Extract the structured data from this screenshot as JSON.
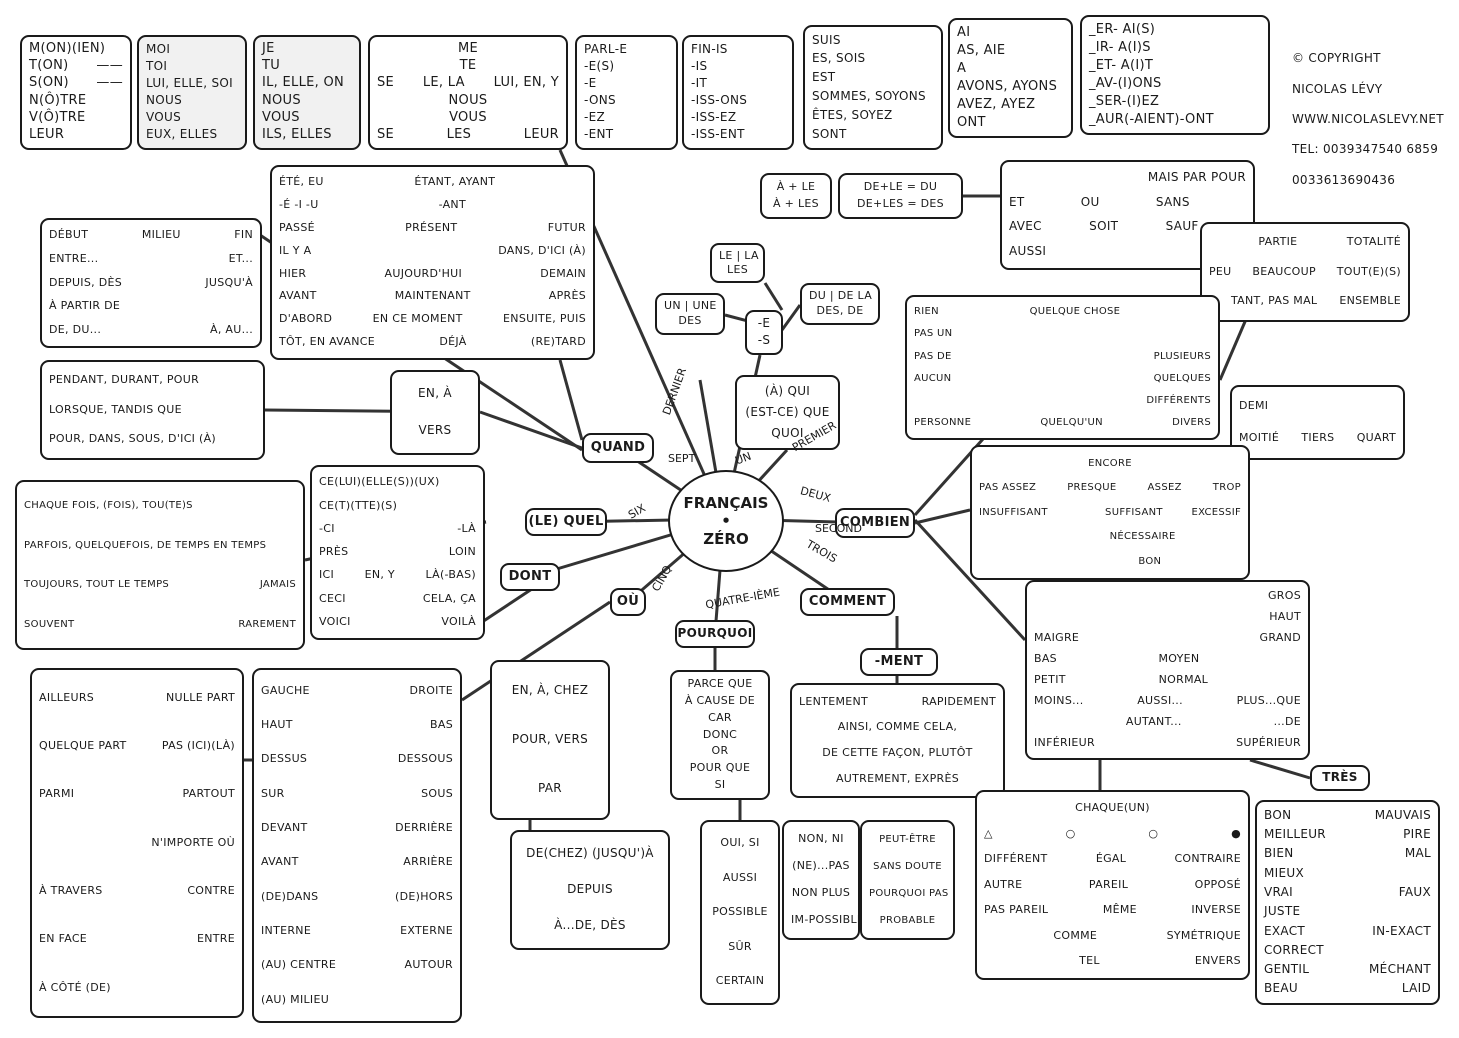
{
  "center": {
    "title": "FRANÇAIS",
    "dot": "•",
    "subtitle": "ZÉRO"
  },
  "rays": [
    "DERNIER",
    "SEPT",
    "UN",
    "PREMIER",
    "DEUX",
    "SECOND",
    "TROIS",
    "QUATRE-IÈME",
    "CINQ",
    "SIX"
  ],
  "boxes": {
    "possessifs": {
      "lines": [
        "M(ON)(IEN)",
        [
          "T(ON)",
          "——"
        ],
        [
          "S(ON)",
          "——"
        ],
        "N(Ô)TRE",
        "V(Ô)TRE",
        "LEUR"
      ]
    },
    "toniques": {
      "lines": [
        "MOI",
        "TOI",
        "LUI, ELLE, SOI",
        "NOUS",
        "VOUS",
        "EUX, ELLES"
      ]
    },
    "sujets": {
      "lines": [
        "JE",
        "TU",
        "IL, ELLE, ON",
        "NOUS",
        "VOUS",
        "ILS, ELLES"
      ]
    },
    "complements": {
      "lines": [
        "ME",
        "TE",
        [
          "SE",
          "LE, LA",
          "LUI, EN, Y"
        ],
        "NOUS",
        "VOUS",
        [
          "SE",
          "LES",
          "LEUR"
        ]
      ]
    },
    "parler": {
      "lines": [
        "PARL-E",
        "-E(S)",
        "-E",
        "-ONS",
        "-EZ",
        "-ENT"
      ]
    },
    "finir": {
      "lines": [
        "FIN-IS",
        "-IS",
        "-IT",
        "-ISS-ONS",
        "-ISS-EZ",
        "-ISS-ENT"
      ]
    },
    "etre": {
      "lines": [
        "SUIS",
        "ES, SOIS",
        "EST",
        "SOMMES, SOYONS",
        "ÊTES, SOYEZ",
        "SONT"
      ]
    },
    "avoir": {
      "lines": [
        "AI",
        "AS, AIE",
        "A",
        "AVONS, AYONS",
        "AVEZ, AYEZ",
        "ONT"
      ]
    },
    "temps": {
      "lines": [
        "_ER- AI(S)",
        "_IR- A(I)S",
        "_ET- A(I)T",
        "_AV-(I)ONS",
        "_SER-(I)EZ",
        "_AUR(-AIENT)-ONT"
      ]
    },
    "copyright": {
      "lines": [
        "© COPYRIGHT",
        "NICOLAS LÉVY",
        "WWW.NICOLASLEVY.NET",
        "TEL: 0039347540 6859",
        "0033613690436"
      ]
    },
    "chronologie": {
      "lines": [
        [
          "ÉTÉ, EU",
          "ÉTANT, AYANT",
          ""
        ],
        [
          "-É -I -U",
          "-ANT",
          ""
        ],
        [
          "PASSÉ",
          "PRÉSENT",
          "FUTUR"
        ],
        [
          "IL Y A",
          "",
          "DANS, D'ICI (À)"
        ],
        [
          "HIER",
          "AUJOURD'HUI",
          "DEMAIN"
        ],
        [
          "AVANT",
          "MAINTENANT",
          "APRÈS"
        ],
        [
          "D'ABORD",
          "EN CE MOMENT",
          "ENSUITE, PUIS"
        ],
        [
          "TÔT, EN AVANCE",
          "DÉJÀ",
          "(RE)TARD"
        ]
      ]
    },
    "duree": {
      "lines": [
        [
          "DÉBUT",
          "MILIEU",
          "FIN"
        ],
        [
          "ENTRE...",
          "ET..."
        ],
        [
          "DEPUIS, DÈS",
          "JUSQU'À"
        ],
        "À PARTIR DE",
        [
          "DE, DU...",
          "À, AU..."
        ]
      ]
    },
    "pendant": {
      "lines": [
        "PENDANT, DURANT, POUR",
        "LORSQUE, TANDIS QUE",
        "POUR, DANS, SOUS, D'ICI (À)"
      ]
    },
    "envers": {
      "lines": [
        "EN, À",
        "VERS"
      ]
    },
    "quand": {
      "lines": [
        "QUAND"
      ]
    },
    "frequence": {
      "lines": [
        "CHAQUE FOIS, (FOIS), TOU(TE)S",
        "PARFOIS, QUELQUEFOIS, DE TEMPS EN TEMPS",
        [
          "TOUJOURS, TOUT LE TEMPS",
          "JAMAIS"
        ],
        [
          "SOUVENT",
          "RAREMENT"
        ]
      ]
    },
    "demonstratifs": {
      "lines": [
        "CE(LUI)(ELLE(S))(UX)",
        "CE(T)(TTE)(S)",
        [
          "-CI",
          "-LÀ"
        ],
        [
          "PRÈS",
          "LOIN"
        ],
        [
          "ICI",
          "EN, Y",
          "LÀ(-BAS)"
        ],
        [
          "CECI",
          "CELA, ÇA"
        ],
        [
          "VOICI",
          "VOILÀ"
        ]
      ]
    },
    "lequel": {
      "lines": [
        "(LE) QUEL"
      ]
    },
    "dont": {
      "lines": [
        "DONT"
      ]
    },
    "ou": {
      "lines": [
        "OÙ"
      ]
    },
    "lela": {
      "lines": [
        "LE | LA",
        "LES"
      ]
    },
    "unune": {
      "lines": [
        "UN | UNE",
        "DES"
      ]
    },
    "es": {
      "lines": [
        "-E",
        "-S"
      ]
    },
    "dudela": {
      "lines": [
        "DU | DE LA",
        "DES, DE"
      ]
    },
    "ale": {
      "lines": [
        "À + LE",
        "À + LES"
      ]
    },
    "dele": {
      "lines": [
        "DE+LE = DU",
        "DE+LES = DES"
      ]
    },
    "conjonctions": {
      "lines": [
        [
          "",
          "",
          "",
          "MAIS PAR POUR"
        ],
        [
          "ET",
          "OU",
          "SANS",
          ""
        ],
        [
          "AVEC",
          "SOIT",
          "SAUF",
          ""
        ],
        "AUSSI"
      ]
    },
    "qui": {
      "lines": [
        "(À) QUI",
        "(EST-CE) QUE",
        "QUOI"
      ]
    },
    "combien": {
      "lines": [
        "COMBIEN"
      ]
    },
    "quantite": {
      "lines": [
        [
          "",
          "PARTIE",
          "TOTALITÉ"
        ],
        [
          "PEU",
          "BEAUCOUP",
          "TOUT(E)(S)"
        ],
        [
          "",
          "TANT, PAS MAL",
          "ENSEMBLE"
        ]
      ]
    },
    "rien": {
      "lines": [
        [
          "RIEN",
          "QUELQUE CHOSE",
          ""
        ],
        [
          "PAS UN",
          "",
          ""
        ],
        [
          "PAS DE",
          "",
          "PLUSIEURS"
        ],
        [
          "AUCUN",
          "",
          "QUELQUES"
        ],
        [
          "",
          "",
          "DIFFÉRENTS"
        ],
        [
          "PERSONNE",
          "QUELQU'UN",
          "DIVERS"
        ]
      ]
    },
    "fractions": {
      "lines": [
        "DEMI",
        [
          "MOITIÉ",
          "TIERS",
          "QUART"
        ]
      ]
    },
    "assez": {
      "lines": [
        "ENCORE",
        [
          "PAS ASSEZ",
          "PRESQUE",
          "ASSEZ",
          "TROP"
        ],
        [
          "INSUFFISANT",
          "",
          "SUFFISANT",
          "EXCESSIF"
        ],
        [
          "",
          "",
          "NÉCESSAIRE",
          ""
        ],
        [
          "",
          "",
          "BON",
          ""
        ]
      ]
    },
    "taille": {
      "lines": [
        [
          "",
          "",
          "GROS"
        ],
        [
          "",
          "",
          "HAUT"
        ],
        [
          "MAIGRE",
          "",
          "GRAND"
        ],
        [
          "BAS",
          "MOYEN",
          ""
        ],
        [
          "PETIT",
          "NORMAL",
          ""
        ],
        [
          "MOINS...",
          "AUSSI...",
          "PLUS...QUE"
        ],
        [
          "",
          "AUTANT...",
          "...DE"
        ],
        [
          "INFÉRIEUR",
          "",
          "SUPÉRIEUR"
        ]
      ]
    },
    "comment": {
      "lines": [
        "COMMENT"
      ]
    },
    "ment": {
      "lines": [
        "-MENT"
      ]
    },
    "maniere": {
      "lines": [
        [
          "LENTEMENT",
          "RAPIDEMENT"
        ],
        "AINSI, COMME CELA,",
        "DE CETTE FAÇON, PLUTÔT",
        "AUTREMENT, EXPRÈS"
      ]
    },
    "pourquoi": {
      "lines": [
        "POURQUOI"
      ]
    },
    "cause": {
      "lines": [
        "PARCE QUE",
        "À CAUSE DE",
        "CAR",
        "DONC",
        "OR",
        "POUR QUE",
        "SI"
      ]
    },
    "oui": {
      "lines": [
        "OUI, SI",
        "AUSSI",
        "POSSIBLE",
        "SÛR",
        "CERTAIN"
      ]
    },
    "non": {
      "lines": [
        "NON, NI",
        "(NE)...PAS",
        "NON PLUS",
        "IM-POSSIBLE"
      ]
    },
    "peutetre": {
      "lines": [
        "PEUT-ÊTRE",
        "SANS DOUTE",
        "POURQUOI PAS",
        "PROBABLE"
      ]
    },
    "chaque": {
      "lines": [
        "CHAQUE(UN)",
        [
          "△",
          "○",
          "○",
          "●"
        ],
        [
          "DIFFÉRENT",
          "ÉGAL",
          "CONTRAIRE"
        ],
        [
          "AUTRE",
          "PAREIL",
          "OPPOSÉ"
        ],
        [
          "PAS PAREIL",
          "MÊME",
          "INVERSE"
        ],
        [
          "",
          "COMME",
          "SYMÉTRIQUE"
        ],
        [
          "",
          "TEL",
          "ENVERS"
        ]
      ]
    },
    "tres": {
      "lines": [
        "TRÈS"
      ]
    },
    "bon": {
      "lines": [
        [
          "BON",
          "MAUVAIS"
        ],
        [
          "MEILLEUR",
          "PIRE"
        ],
        [
          "BIEN",
          "MAL"
        ],
        [
          "MIEUX",
          ""
        ],
        [
          "VRAI",
          "FAUX"
        ],
        [
          "JUSTE",
          ""
        ],
        [
          "EXACT",
          "IN-EXACT"
        ],
        [
          "CORRECT",
          ""
        ],
        [
          "GENTIL",
          "MÉCHANT"
        ],
        [
          "BEAU",
          "LAID"
        ]
      ]
    },
    "lieux": {
      "lines": [
        [
          "AILLEURS",
          "NULLE PART"
        ],
        [
          "QUELQUE PART",
          "PAS (ICI)(LÀ)"
        ],
        [
          "PARMI",
          "PARTOUT"
        ],
        [
          "",
          "N'IMPORTE OÙ"
        ],
        [
          "À TRAVERS",
          "CONTRE"
        ],
        [
          "EN FACE",
          "ENTRE"
        ],
        "À CÔTÉ (DE)"
      ]
    },
    "positions": {
      "lines": [
        [
          "GAUCHE",
          "DROITE"
        ],
        [
          "HAUT",
          "BAS"
        ],
        [
          "DESSUS",
          "DESSOUS"
        ],
        [
          "SUR",
          "SOUS"
        ],
        [
          "DEVANT",
          "DERRIÈRE"
        ],
        [
          "AVANT",
          "ARRIÈRE"
        ],
        [
          "(DE)DANS",
          "(DE)HORS"
        ],
        [
          "INTERNE",
          "EXTERNE"
        ],
        [
          "(AU) CENTRE",
          "AUTOUR"
        ],
        [
          "(AU) MILIEU",
          ""
        ]
      ]
    },
    "prepositions": {
      "lines": [
        "EN, À, CHEZ",
        "POUR, VERS",
        "PAR"
      ]
    },
    "dechez": {
      "lines": [
        "DE(CHEZ) (JUSQU')À",
        "DEPUIS",
        "À...DE, DÈS"
      ]
    }
  }
}
